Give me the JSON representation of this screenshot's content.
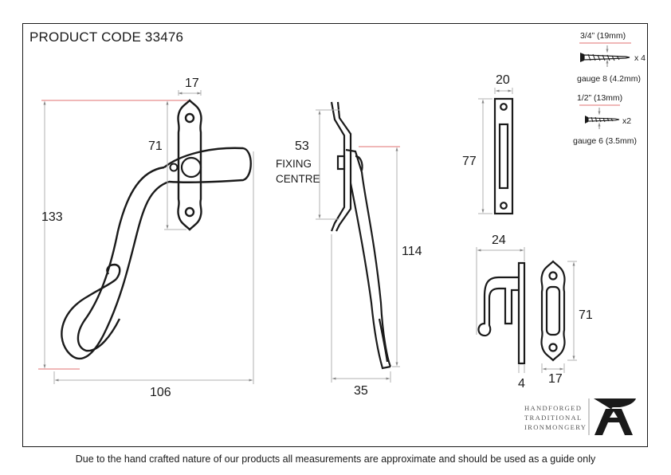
{
  "title": "PRODUCT CODE 33476",
  "disclaimer": "Due to the hand crafted nature of our products all measurements are approximate and should be used as a guide only",
  "main_view": {
    "dim_width_top": "17",
    "dim_plate_height": "71",
    "dim_overall_height": "133",
    "dim_overall_width": "106"
  },
  "side_view": {
    "dim_fixing": "53",
    "fixing_label_1": "FIXING",
    "fixing_label_2": "CENTRE",
    "dim_length": "114",
    "dim_depth": "35"
  },
  "keep_plate": {
    "dim_width": "20",
    "dim_height": "77"
  },
  "catch": {
    "dim_width": "24",
    "dim_thickness": "4",
    "dim_plate_height": "71",
    "dim_plate_width": "17"
  },
  "screws": [
    {
      "length": "3/4” (19mm)",
      "qty": "x 4",
      "gauge": "gauge 8 (4.2mm)"
    },
    {
      "length": "1/2” (13mm)",
      "qty": "x2",
      "gauge": "gauge 6 (3.5mm)"
    }
  ],
  "logo": {
    "line1": "HANDFORGED",
    "line2": "TRADITIONAL",
    "line3": "IRONMONGERY",
    "mark": "A"
  },
  "colors": {
    "ink": "#1a1a1a",
    "dimension_line": "#b0b0b0",
    "reference_line": "#e07070",
    "logo_text": "#555555"
  }
}
